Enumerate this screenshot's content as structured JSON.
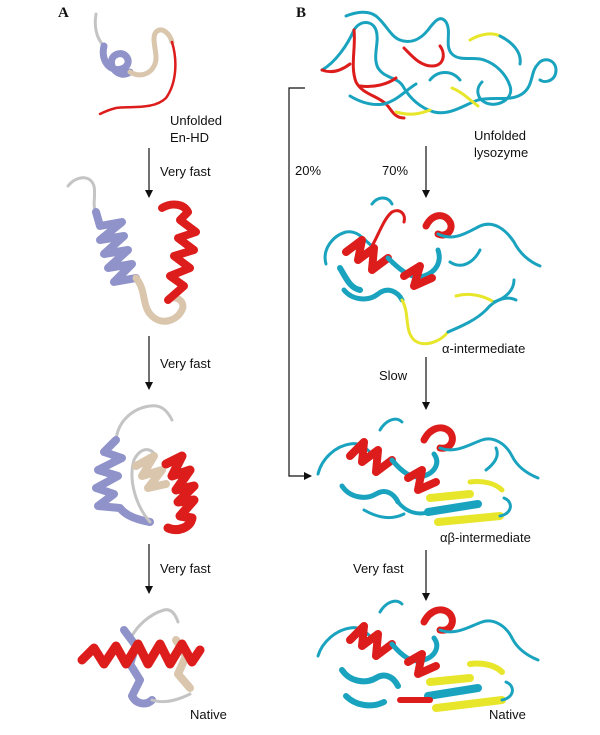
{
  "figure": {
    "panel_a": {
      "letter": "A",
      "unfolded_label_1": "Unfolded",
      "unfolded_label_2": "En-HD",
      "step_1": "Very fast",
      "step_2": "Very fast",
      "step_3": "Very fast",
      "native_label": "Native"
    },
    "panel_b": {
      "letter": "B",
      "unfolded_label_1": "Unfolded",
      "unfolded_label_2": "lysozyme",
      "branch_fast": "20%",
      "branch_main": "70%",
      "alpha_label": "α-intermediate",
      "slow_label": "Slow",
      "alphabeta_label": "αβ-intermediate",
      "very_fast_label": "Very fast",
      "native_label": "Native"
    }
  },
  "colors": {
    "helix_a_blue": "#8f93c9",
    "helix_a_tan": "#d9c6ad",
    "helix_red": "#dd1c1c",
    "coil_grey": "#c4c4c4",
    "coil_cyan": "#1aa3bf",
    "strand_yellow": "#e8e62a",
    "arrow": "#111111"
  }
}
